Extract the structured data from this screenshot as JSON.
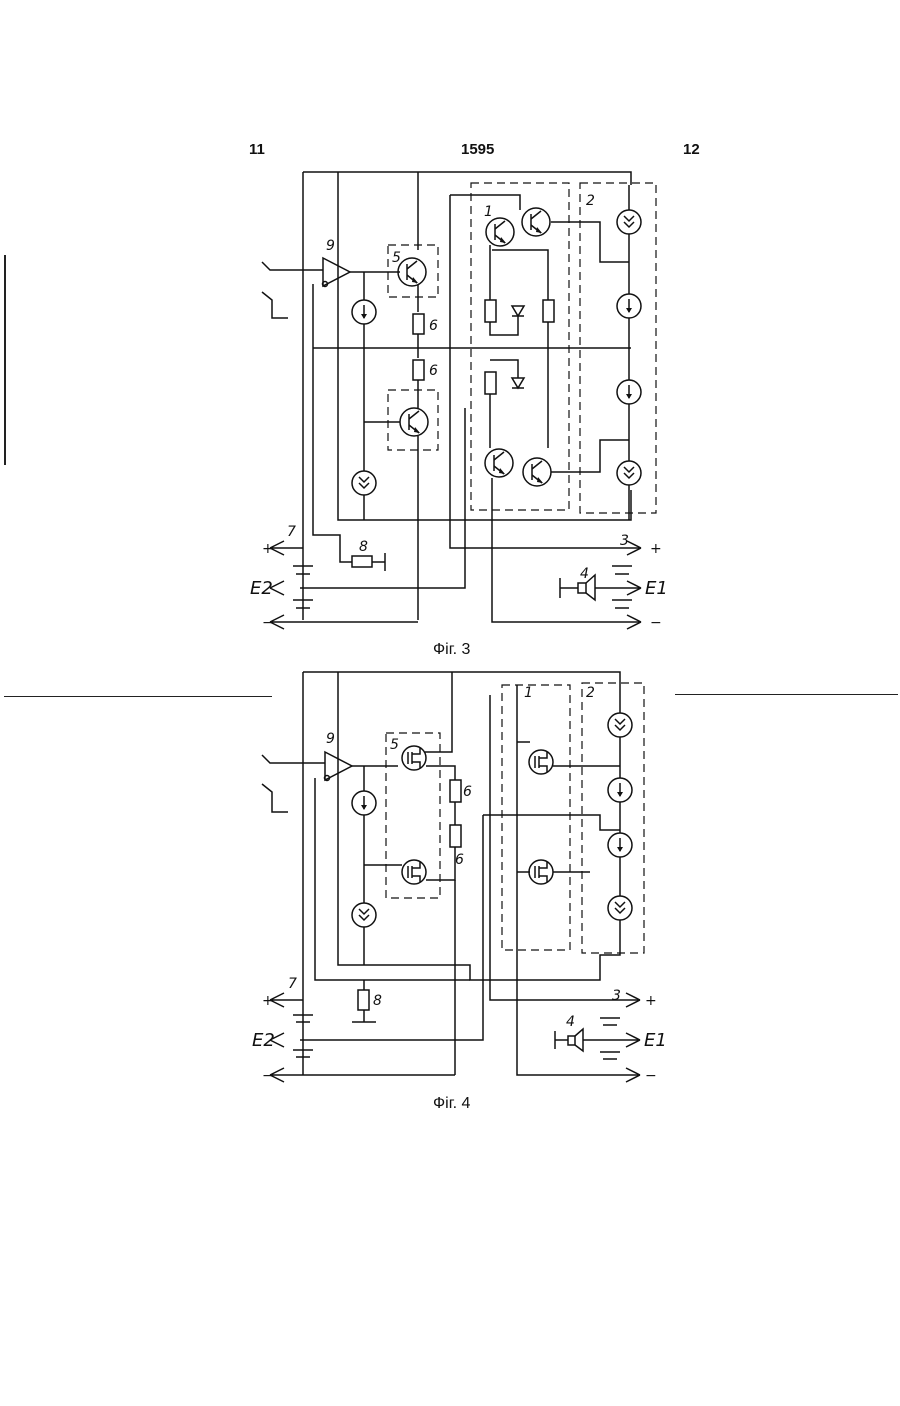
{
  "header": {
    "left_number": "11",
    "center_number": "1595",
    "right_number": "12"
  },
  "fig3": {
    "caption": "Фіг. 3",
    "labels": {
      "block1": "1",
      "block2": "2",
      "block3": "3",
      "speaker": "4",
      "block5": "5",
      "resistor6a": "6",
      "resistor6b": "6",
      "battery7": "7",
      "resistor8": "8",
      "amp9": "9",
      "E1": "E1",
      "E2": "E2"
    },
    "signs": {
      "left_plus": "+",
      "left_minus": "−",
      "right_plus": "+",
      "right_minus": "−"
    }
  },
  "fig4": {
    "caption": "Фіг. 4",
    "labels": {
      "block1": "1",
      "block2": "2",
      "block3": "3",
      "speaker": "4",
      "block5": "5",
      "resistor6a": "6",
      "resistor6b": "6",
      "battery7": "7",
      "resistor8": "8",
      "amp9": "9",
      "E1": "E1",
      "E2": "E2"
    },
    "signs": {
      "left_plus": "+",
      "left_minus": "−",
      "right_plus": "+",
      "right_minus": "−"
    }
  }
}
